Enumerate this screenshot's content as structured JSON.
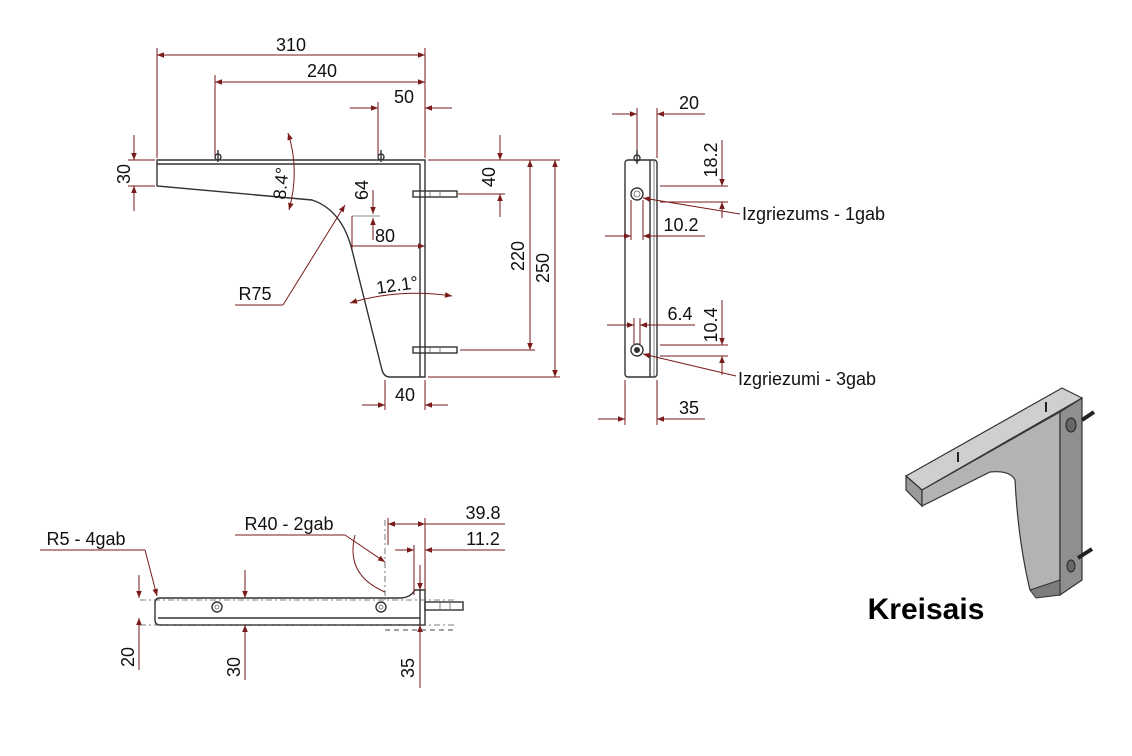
{
  "dims": {
    "d310": "310",
    "d240": "240",
    "d50": "50",
    "d20_side": "20",
    "d30_left": "30",
    "d8_4": "8.4°",
    "d64": "64",
    "d40_right": "40",
    "d80": "80",
    "d220": "220",
    "d250": "250",
    "d12_1": "12.1°",
    "dR75": "R75",
    "d40_bottom": "40",
    "d18_2": "18.2",
    "d10_2": "10.2",
    "d6_4": "6.4",
    "d10_4": "10.4",
    "d35_side": "35",
    "d39_8": "39.8",
    "d11_2": "11.2",
    "dR5": "R5 - 4gab",
    "dR40": "R40 - 2gab",
    "d20_top": "20",
    "d30_top": "30",
    "d35_top": "35"
  },
  "callouts": {
    "hole1": "Izgriezums - 1gab",
    "hole3": "Izgriezumi - 3gab"
  },
  "iso_title": "Kreisais",
  "colors": {
    "dimension_line": "#7a1a1a",
    "object_line": "#333333"
  }
}
